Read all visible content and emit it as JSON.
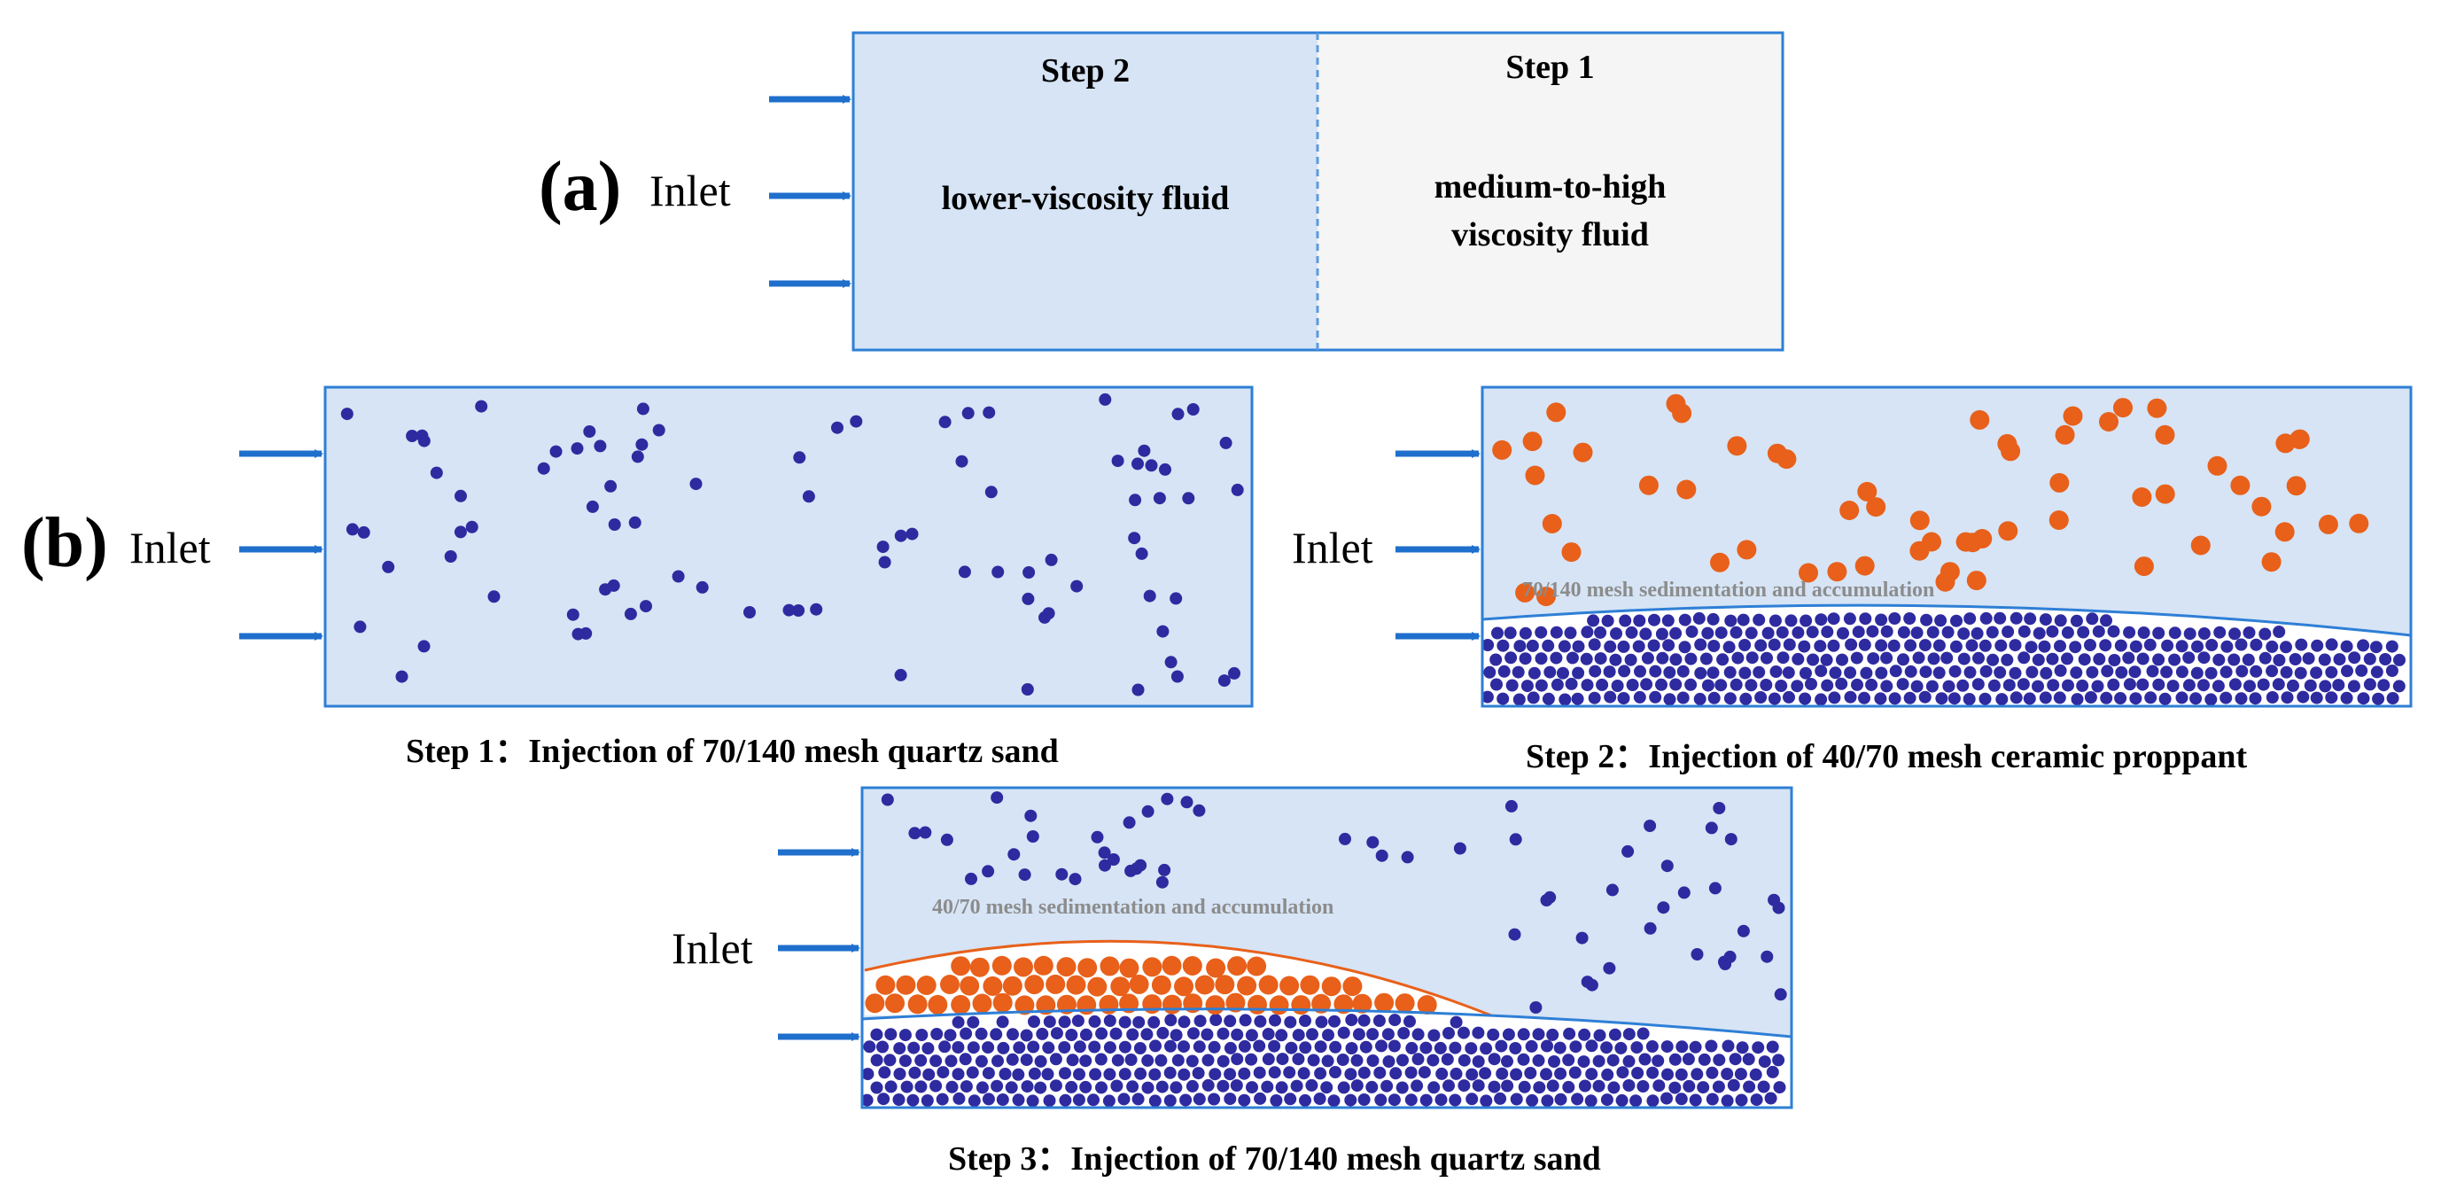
{
  "panel_a": {
    "label": "(a)",
    "inlet": "Inlet",
    "left_step": "Step 2",
    "left_fluid": "lower-viscosity fluid",
    "right_step": "Step 1",
    "right_fluid_line1": "medium-to-high",
    "right_fluid_line2": "viscosity fluid"
  },
  "panel_b": {
    "label": "(b)",
    "inlet": "Inlet",
    "step1_caption": "Step 1：Injection of 70/140 mesh quartz sand",
    "step2_inlet": "Inlet",
    "step2_caption": "Step 2：Injection of 40/70 mesh ceramic proppant",
    "step2_note": "70/140 mesh sedimentation and accumulation",
    "step3_inlet": "Inlet",
    "step3_caption": "Step 3：Injection of 70/140 mesh quartz sand",
    "step3_note": "40/70 mesh sedimentation and accumulation"
  },
  "colors": {
    "box_border": "#2e7fd6",
    "fluid_fill": "#d6e4f5",
    "viscous_fill": "#f5f5f5",
    "quartz_particle": "#2e2aa0",
    "ceramic_particle": "#e8601a",
    "arrow": "#1f6fcc"
  },
  "icons": [
    "arrow-right-icon"
  ]
}
